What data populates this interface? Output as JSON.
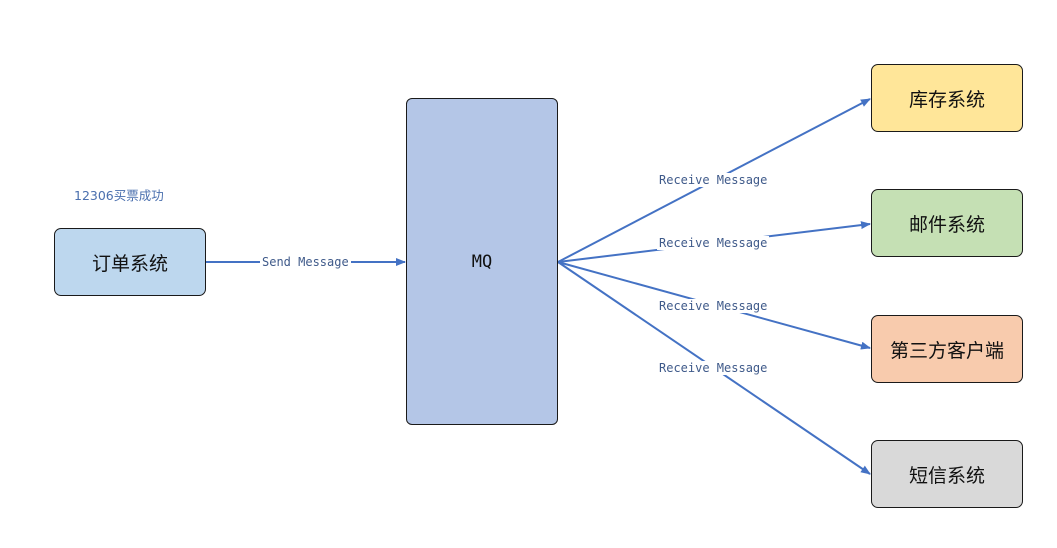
{
  "note": "12306买票成功",
  "nodes": {
    "order": "订单系统",
    "mq": "MQ",
    "inventory": "库存系统",
    "mail": "邮件系统",
    "third_party": "第三方客户端",
    "sms": "短信系统"
  },
  "edges": {
    "send": "Send Message",
    "receive_inventory": "Receive Message",
    "receive_mail": "Receive Message",
    "receive_third_party": "Receive Message",
    "receive_sms": "Receive Message"
  },
  "colors": {
    "order_fill": "#bdd7ee",
    "mq_fill": "#b4c6e7",
    "inventory_fill": "#ffe699",
    "mail_fill": "#c5e0b4",
    "third_party_fill": "#f8cbad",
    "sms_fill": "#d9d9d9",
    "arrow": "#4472c4"
  }
}
